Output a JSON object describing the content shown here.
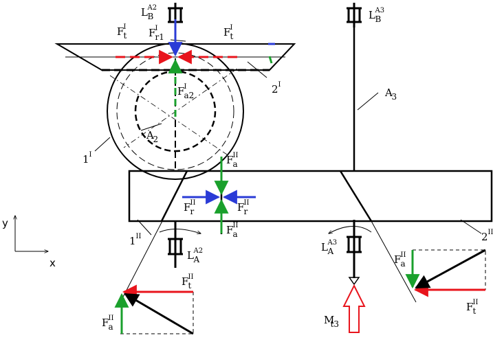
{
  "colors": {
    "stroke": "#000000",
    "tangential_force": "#e8141c",
    "radial_force": "#2a3bd6",
    "axial_force": "#1aa02c",
    "torque_arrow": "#e8141c"
  },
  "labels": {
    "LB_A2": {
      "main": "L",
      "sub": "B",
      "sup": "A2"
    },
    "LB_A3": {
      "main": "L",
      "sub": "B",
      "sup": "A3"
    },
    "LA_A2": {
      "main": "L",
      "sub": "A",
      "sup": "A2"
    },
    "LA_A3": {
      "main": "L",
      "sub": "A",
      "sup": "A3"
    },
    "Ft_I_left": {
      "main": "F",
      "sub": "t",
      "sup": "I"
    },
    "Ft_I_right": {
      "main": "F",
      "sub": "t",
      "sup": "I"
    },
    "Fr1_I": {
      "main": "F",
      "sub": "r1",
      "sup": "I"
    },
    "Fa2_I": {
      "main": "F",
      "sub": "a2",
      "sup": "I"
    },
    "gear_2I": {
      "main": "2",
      "sup": "I"
    },
    "gear_1I": {
      "main": "1",
      "sup": "I"
    },
    "A2": {
      "main": "A",
      "sub": "2"
    },
    "A3": {
      "main": "A",
      "sub": "3"
    },
    "Fa_II_top": {
      "main": "F",
      "sub": "a",
      "sup": "II"
    },
    "Fa_II_bot": {
      "main": "F",
      "sub": "a",
      "sup": "II"
    },
    "Fr_II_left": {
      "main": "F",
      "sub": "r",
      "sup": "II"
    },
    "Fr_II_right": {
      "main": "F",
      "sub": "r",
      "sup": "II"
    },
    "gear_1II": {
      "main": "1",
      "sup": "II"
    },
    "gear_2II": {
      "main": "2",
      "sup": "II"
    },
    "Ft_II_left": {
      "main": "F",
      "sub": "t",
      "sup": "II"
    },
    "Fa_II_left": {
      "main": "F",
      "sub": "a",
      "sup": "II"
    },
    "Fa_II_right": {
      "main": "F",
      "sub": "a",
      "sup": "II"
    },
    "Ft_II_right": {
      "main": "F",
      "sub": "t",
      "sup": "II"
    },
    "Mt3": {
      "main": "M",
      "sub": "t3"
    },
    "axis_y": {
      "main": "y"
    },
    "axis_x": {
      "main": "x"
    }
  }
}
